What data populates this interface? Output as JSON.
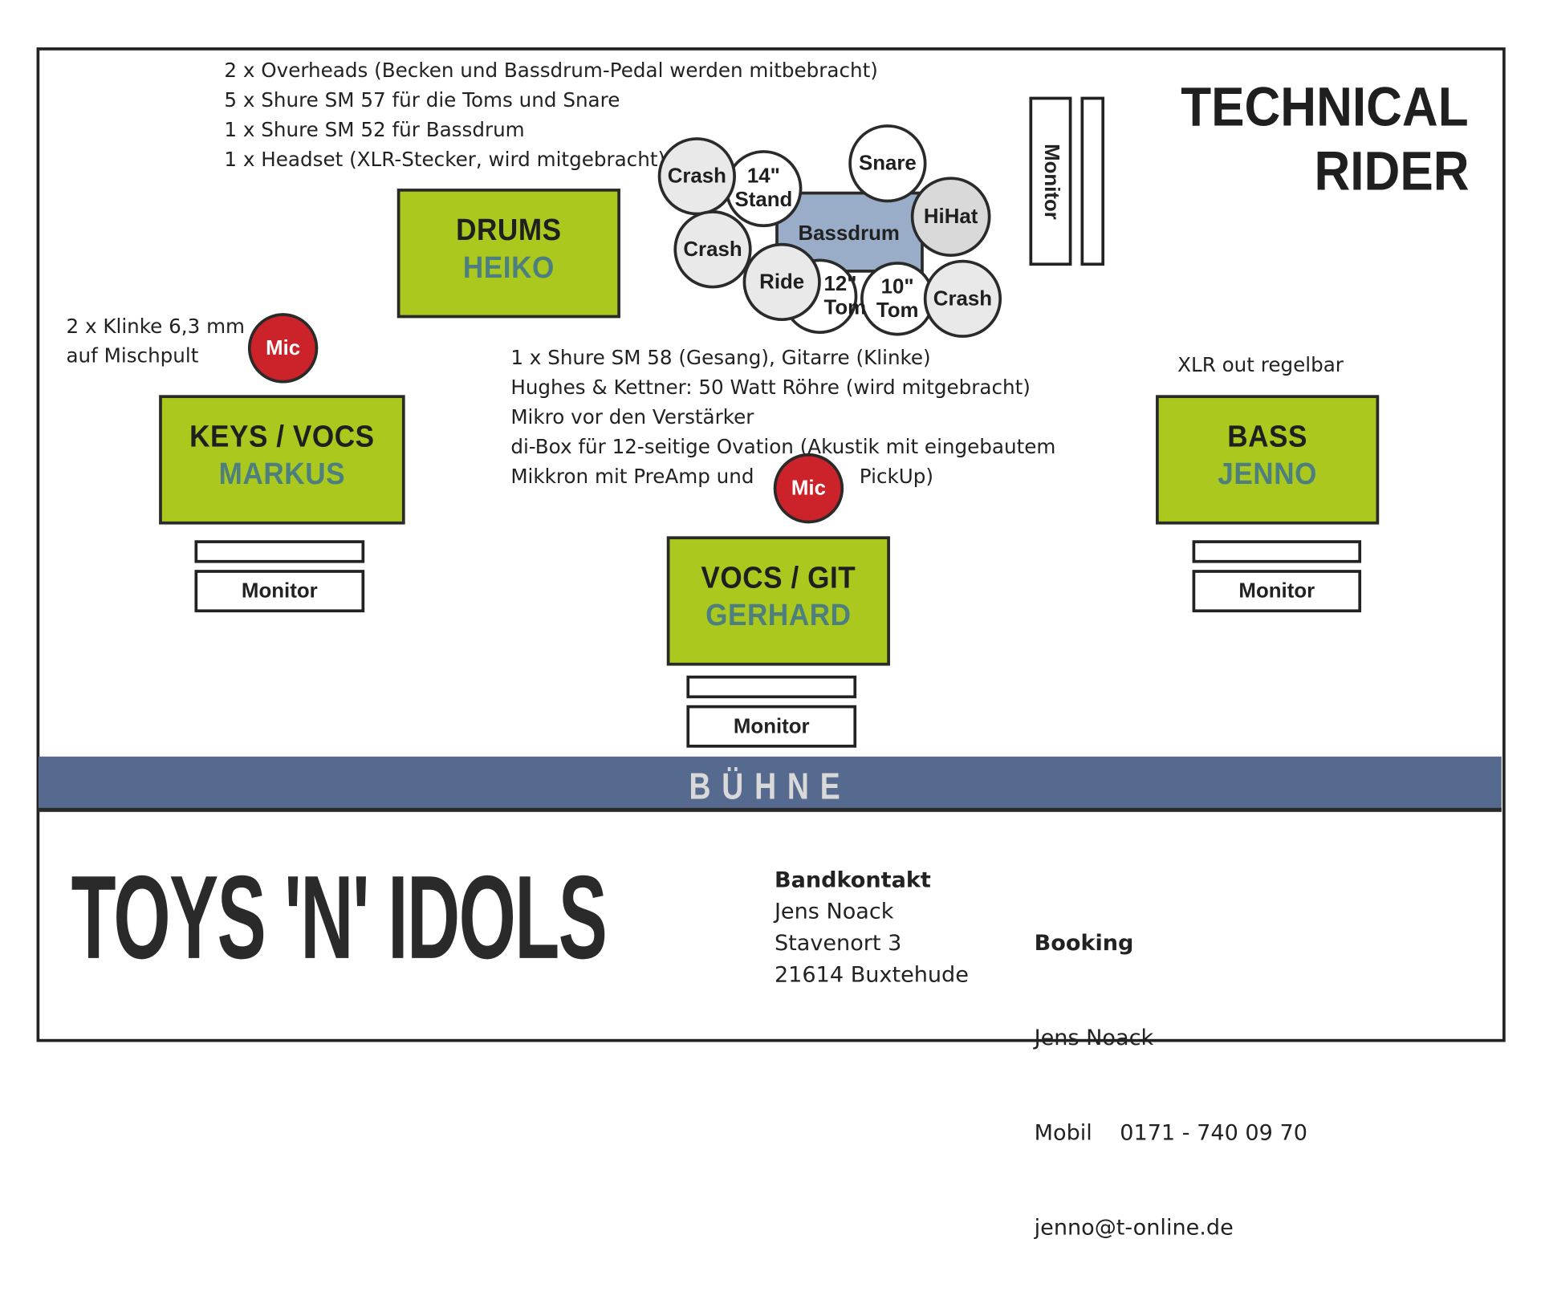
{
  "title": {
    "line1": "TECHNICAL",
    "line2": "RIDER"
  },
  "drum_notes": [
    "2 x Overheads (Becken und Bassdrum-Pedal werden mitbebracht)",
    "5 x Shure SM 57 für die Toms und Snare",
    "1 x Shure SM 52 für Bassdrum",
    "1 x Headset (XLR-Stecker, wird mitgebracht)"
  ],
  "keys_notes": [
    "2 x Klinke 6,3 mm",
    "auf Mischpult"
  ],
  "git_notes": [
    "1 x Shure SM 58 (Gesang), Gitarre (Klinke)",
    "Hughes & Kettner: 50 Watt Röhre (wird mitgebracht)",
    "Mikro vor den Verstärker",
    "di-Box für 12-seitige Ovation (Akustik mit eingebautem",
    "Mikkron mit PreAmp und",
    "PickUp)"
  ],
  "bass_notes": "XLR out regelbar",
  "positions": {
    "drums": {
      "role": "DRUMS",
      "name": "HEIKO"
    },
    "keys": {
      "role": "KEYS / VOCS",
      "name": "MARKUS"
    },
    "git": {
      "role": "VOCS / GIT",
      "name": "GERHARD"
    },
    "bass": {
      "role": "BASS",
      "name": "JENNO"
    }
  },
  "monitor_label": "Monitor",
  "mic_label": "Mic",
  "drumkit": {
    "crash": "Crash",
    "stand1": "14\"",
    "stand2": "Stand",
    "bassdrum": "Bassdrum",
    "snare": "Snare",
    "hihat": "HiHat",
    "ride": "Ride",
    "tom12a": "12\"",
    "tom12b": "Tom",
    "tom10a": "10\"",
    "tom10b": "Tom"
  },
  "stage_label": "BÜHNE",
  "band_logo": "TOYS 'N' IDOLS",
  "contact": {
    "heading": "Bandkontakt",
    "lines": [
      "Jens Noack",
      "Stavenort 3",
      "21614 Buxtehude"
    ]
  },
  "booking": {
    "heading": "Booking",
    "lines": [
      "Jens Noack",
      "Mobil    0171 - 740 09 70",
      "jenno@t-online.de"
    ]
  },
  "colors": {
    "green": "#aac81e",
    "teal_name": "#4d7f7f",
    "stage_band": "#566a8f",
    "mic_red": "#cc2229",
    "bassdrum": "#9aadc8"
  }
}
